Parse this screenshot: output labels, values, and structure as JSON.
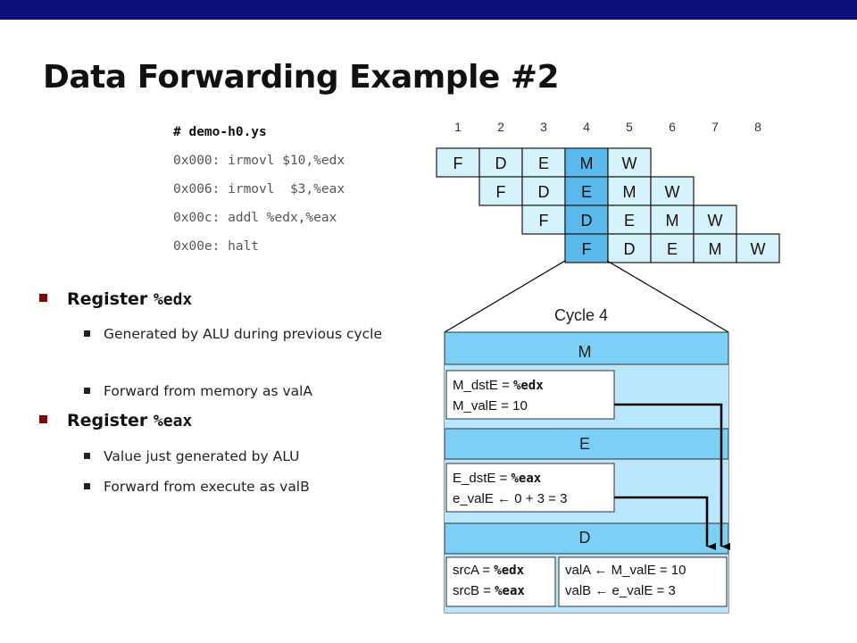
{
  "slide": {
    "title": "Data Forwarding Example #2"
  },
  "code": {
    "header": "# demo-h0.ys",
    "lines": [
      "0x000: irmovl $10,%edx",
      "0x006: irmovl  $3,%eax",
      "0x00c: addl %edx,%eax",
      "0x00e: halt"
    ]
  },
  "bullets": [
    {
      "prefix": "Register ",
      "reg": "%edx",
      "subs": [
        "Generated by ALU during previous cycle",
        "Forward from memory as valA"
      ]
    },
    {
      "prefix": "Register ",
      "reg": "%eax",
      "subs": [
        "Value just generated by ALU",
        "Forward from execute as valB"
      ]
    }
  ],
  "pipeline": {
    "cycle_numbers": [
      "1",
      "2",
      "3",
      "4",
      "5",
      "6",
      "7",
      "8"
    ],
    "stages": [
      "F",
      "D",
      "E",
      "M",
      "W"
    ],
    "highlighted_cycle": 4,
    "colors": {
      "cell": "#d6f2fb",
      "highlight": "#5ab8ea",
      "border": "#1a1a1a"
    }
  },
  "detail": {
    "title": "Cycle 4",
    "stage_M": "M",
    "stage_E": "E",
    "stage_D": "D",
    "m_dstE_label": "M_dstE = ",
    "m_dstE_reg": "%edx",
    "m_valE": "M_valE = 10",
    "e_dstE_label": "E_dstE = ",
    "e_dstE_reg": "%eax",
    "e_valE": "e_valE ← 0 + 3 = 3",
    "srcA_label": "srcA = ",
    "srcA_reg": "%edx",
    "srcB_label": "srcB = ",
    "srcB_reg": "%eax",
    "valA": "valA ← M_valE = 10",
    "valB": "valB ← e_valE = 3",
    "colors": {
      "stage_bg": "#7ccff5",
      "band": "#b8e6fa",
      "box": "#ffffff"
    }
  }
}
